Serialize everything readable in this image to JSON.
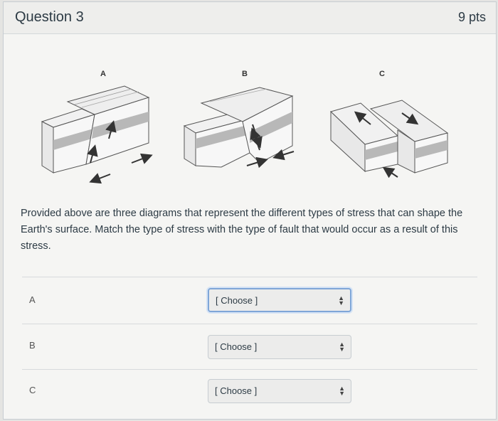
{
  "question": {
    "title": "Question 3",
    "points": "9 pts"
  },
  "diagram_labels": [
    "A",
    "B",
    "C"
  ],
  "prompt": "Provided above are three diagrams that represent the different types of stress that can shape the Earth's surface. Match the type of stress with the type of fault that would occur as a result of this stress.",
  "answers": [
    {
      "label": "A",
      "value": "[ Choose ]"
    },
    {
      "label": "B",
      "value": "[ Choose ]"
    },
    {
      "label": "C",
      "value": "[ Choose ]"
    }
  ]
}
